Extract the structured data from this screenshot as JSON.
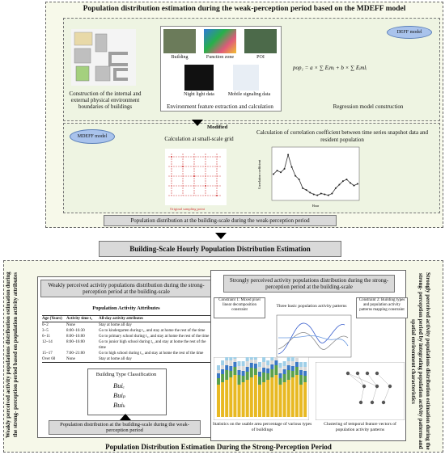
{
  "top": {
    "title": "Population distribution estimation during the weak-perception period based on the MDEFF model",
    "deff_label": "DEFF model",
    "mdeff_label": "MDEFF model",
    "env_caption": "Construction of the internal and external physical environment boundaries of buildings",
    "feature_labels": [
      "Building",
      "Function zone",
      "POI",
      "Night light data",
      "Mobile signaling data"
    ],
    "feature_caption": "Environment feature extraction and calculation",
    "formula": "pop₁ = a × ∑ Eᵢmᵢ + b × ∑ Eᵢmlᵢ",
    "regression_caption": "Regression model construction",
    "modified_label": "Modified",
    "grid_caption": "Calculation at small-scale grid",
    "grid_legend": "Original sampling point",
    "corr_caption": "Calculation of correlation coefficient between time series snapshot data and resident population",
    "corr_ylabel": "Correlation coefficient",
    "corr_xlabel": "Hour",
    "building_scale_box": "Population distribution at the building-scale during the weak-perception period"
  },
  "center_box": "Building-Scale Hourly Population Distribution Estimation",
  "bottom": {
    "title": "Population Distribution Estimation During the Strong-Perception Period",
    "left_vertical": "Weakly perceived activity populations distribution estimation during the strong- perception period based on population activity attributes",
    "right_vertical": "Strongly perceived activity populations distribution estimation during the strong- perception period by integrating population activity patterns and spatial environment characteristics",
    "left_header": "Weakly perceived activity populations distribution during the strong-perception period at the building-scale",
    "attributes_title": "Population Activity Attributes",
    "table_headers": [
      "Age (Years)",
      "Activity time  t₁",
      "All-day activity attributes"
    ],
    "table_rows": [
      [
        "0~2",
        "None",
        "Stay at home all day"
      ],
      [
        "3~5",
        "8:00–16:30",
        "Go to kindergarten during t₁, and stay at home the rest of the time"
      ],
      [
        "6~11",
        "8:00–16:00",
        "Go to primary school during t₁, and stay at home the rest of the time"
      ],
      [
        "12~14",
        "8:00–16:00",
        "Go to junior high school during t₁, and stay at home the rest of the time"
      ],
      [
        "15~17",
        "7:00–21:00",
        "Go to high school during t₁, and stay at home the rest of the time"
      ],
      [
        "Over 60",
        "None",
        "Stay at home all day"
      ]
    ],
    "bt_title": "Building Type Classification",
    "bt_items": [
      "Buiₑ",
      "Buiₚ",
      "Buiₖ"
    ],
    "left_bottom_box": "Population distribution at the building-scale during the weak-perception period",
    "right_header": "Strongly perceived activity populations distribution during the strong-perception period at the building-scale",
    "constraint1": "Constraint 1: Mixed pixel linear decomposition constraint",
    "patterns_label": "Three basic population activity patterns",
    "constraint2": "Constraint 2: Building types and population activity patterns mapping constraint",
    "stats_caption": "Statistics on the usable area percentage of various types of buildings",
    "cluster_caption": "Clustering of temporal feature vectors of population activity patterns"
  },
  "colors": {
    "frame_bg": "#f7f9ea",
    "inner_bg": "#eef4e2",
    "gray_box": "#d9d9d9",
    "oval": "#a9c3ec",
    "grid_red": "#d23b3b"
  },
  "corr_data": {
    "hours": [
      0,
      1,
      2,
      3,
      4,
      5,
      6,
      7,
      8,
      9,
      10,
      11,
      12,
      13,
      14,
      15,
      16,
      17,
      18,
      19,
      20,
      21,
      22,
      23
    ],
    "values": [
      0.68,
      0.72,
      0.7,
      0.74,
      0.9,
      0.76,
      0.66,
      0.62,
      0.52,
      0.5,
      0.47,
      0.45,
      0.44,
      0.46,
      0.45,
      0.44,
      0.46,
      0.52,
      0.56,
      0.6,
      0.62,
      0.58,
      0.55,
      0.57
    ]
  }
}
